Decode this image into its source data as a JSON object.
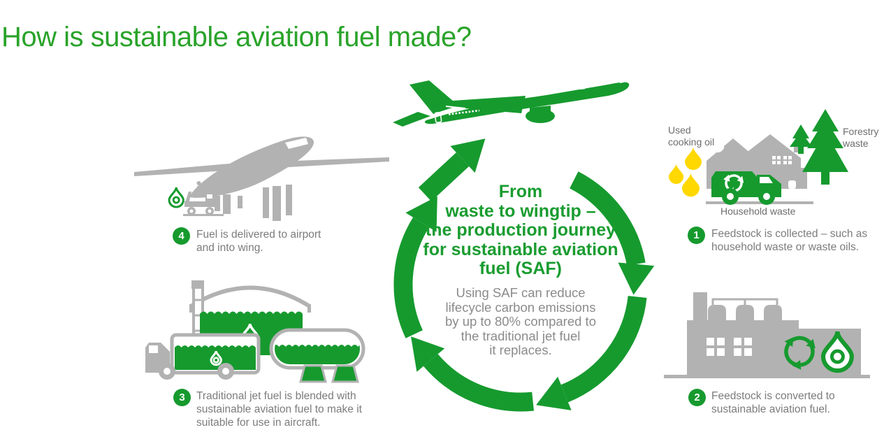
{
  "title": "How is sustainable aviation fuel made?",
  "colors": {
    "green": "#169a2e",
    "title-green": "#2aa32a",
    "accent-text-green": "#1a9c30",
    "silhouette-gray": "#b2b2b2",
    "text-gray": "#7c7c7c",
    "label-gray": "#6d6d6d",
    "yellow": "#ffd800",
    "white": "#ffffff"
  },
  "center": {
    "heading": "From\nwaste to wingtip –\nthe production journey\nfor sustainable aviation\nfuel (SAF)",
    "body": "Using SAF can reduce\nlifecycle carbon emissions\nby up to 80% compared to\nthe traditional jet fuel\nit replaces."
  },
  "steps": [
    {
      "num": "1",
      "text": "Feedstock is collected – such as\nhousehold waste or waste oils."
    },
    {
      "num": "2",
      "text": "Feedstock is converted to\nsustainable aviation fuel."
    },
    {
      "num": "3",
      "text": "Traditional jet fuel is blended with\nsustainable aviation fuel to make it\nsuitable for use in aircraft."
    },
    {
      "num": "4",
      "text": "Fuel is delivered to airport\nand into wing."
    }
  ],
  "labels": {
    "used_cooking_oil": "Used\ncooking oil",
    "forestry_waste": "Forestry\nwaste",
    "household_waste": "Household waste"
  },
  "icons": {
    "green-airplane-icon": "green jet silhouette flying right",
    "cycle-arrows-icon": "circular green recycling arrows",
    "oil-droplets-icon": "three yellow droplets",
    "house-icon": "gray house silhouette",
    "garbage-truck-icon": "green truck with white recycle symbol",
    "pine-trees-icon": "green pine trees",
    "factory-icon": "gray factory with silos",
    "recycle-symbol-icon": "green tri-arrow recycle symbol",
    "fuel-droplet-icon": "green outlined droplet",
    "storage-tank-icon": "tank with dome filled with green fuel",
    "tanker-truck-icon": "gray truck with green tank",
    "horizontal-tank-icon": "capsule tank filled with green fuel",
    "gray-airplane-icon": "gray airliner silhouette",
    "fuel-truck-icon": "gray airport fueling truck"
  }
}
